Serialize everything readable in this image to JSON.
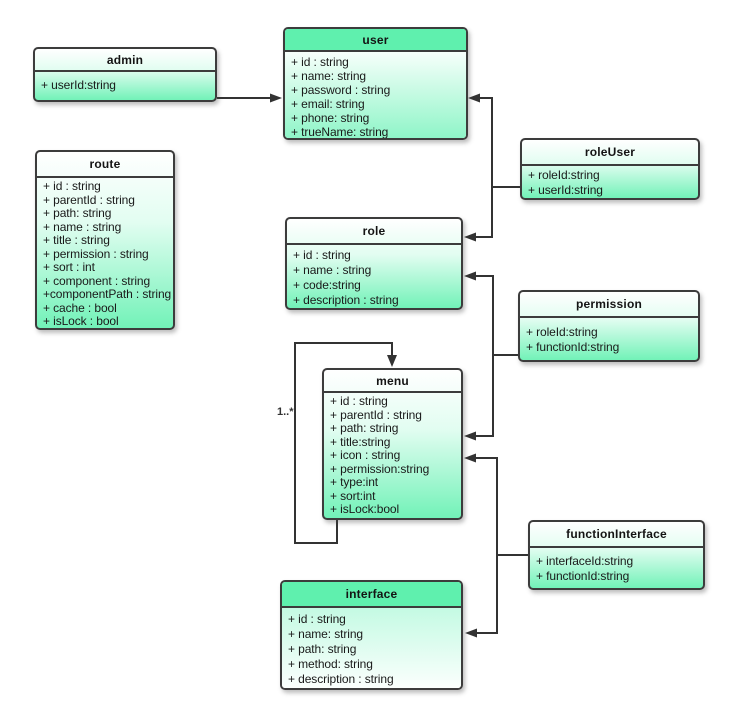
{
  "diagram": {
    "entities": [
      {
        "id": "admin",
        "title": "admin",
        "attributes": [
          "+ userId:string"
        ]
      },
      {
        "id": "user",
        "title": "user",
        "attributes": [
          "+ id : string",
          "+ name: string",
          "+ password : string",
          "+ email: string",
          "+ phone: string",
          "+ trueName: string"
        ]
      },
      {
        "id": "route",
        "title": "route",
        "attributes": [
          "+ id : string",
          "+ parentId : string",
          "+ path: string",
          "+ name : string",
          "+ title : string",
          "+ permission : string",
          "+ sort : int",
          "+ component : string",
          "+componentPath : string",
          "+ cache : bool",
          "+ isLock : bool"
        ]
      },
      {
        "id": "roleUser",
        "title": "roleUser",
        "attributes": [
          "+ roleId:string",
          "+ userId:string"
        ]
      },
      {
        "id": "role",
        "title": "role",
        "attributes": [
          "+ id : string",
          "+ name : string",
          "+ code:string",
          "+ description : string"
        ]
      },
      {
        "id": "permission",
        "title": "permission",
        "attributes": [
          "+ roleId:string",
          "+ functionId:string"
        ]
      },
      {
        "id": "menu",
        "title": "menu",
        "attributes": [
          "+ id : string",
          "+ parentId : string",
          "+ path: string",
          "+ title:string",
          "+ icon : string",
          "+ permission:string",
          "+ type:int",
          "+ sort:int",
          "+ isLock:bool"
        ]
      },
      {
        "id": "functionInterface",
        "title": "functionInterface",
        "attributes": [
          "+ interfaceId:string",
          "+ functionId:string"
        ]
      },
      {
        "id": "interface",
        "title": "interface",
        "attributes": [
          "+ id : string",
          "+ name: string",
          "+ path: string",
          "+ method: string",
          "+ description : string"
        ]
      }
    ],
    "labels": {
      "menu_self_multiplicity": "1..*"
    },
    "colors": {
      "header_green": "#5ff0ae",
      "body_green": "#72f2b8",
      "pale_green": "#e2fdf1",
      "line": "#333333",
      "border": "#3c3c3c",
      "background": "#ffffff"
    }
  }
}
